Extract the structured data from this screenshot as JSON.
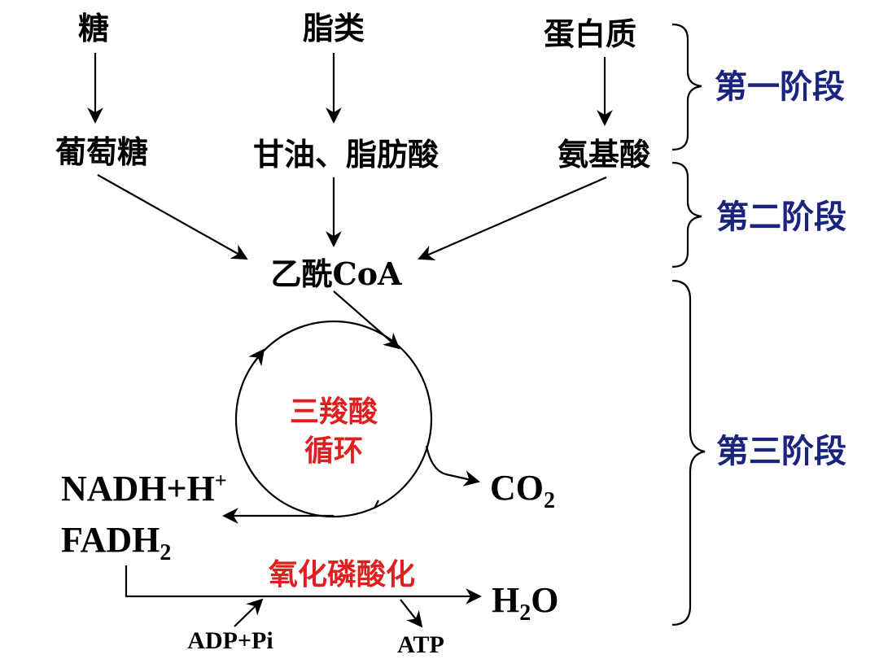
{
  "sources": {
    "sugar": "糖",
    "lipid": "脂类",
    "protein": "蛋白质"
  },
  "monomers": {
    "glucose": "葡萄糖",
    "glycerol_fa": "甘油、脂肪酸",
    "amino_acid": "氨基酸"
  },
  "acetyl_coa": "乙酰CoA",
  "cycle": {
    "line1": "三羧酸",
    "line2": "循环"
  },
  "products": {
    "nadh": "NADH+H",
    "nadh_sup": "+",
    "fadh": "FADH",
    "fadh_sub": "2",
    "co2": "CO",
    "co2_sub": "2",
    "h2o_h": "H",
    "h2o_sub": "2",
    "h2o_o": "O"
  },
  "oxphos": {
    "label": "氧化磷酸化",
    "input": "ADP+Pi",
    "output": "ATP"
  },
  "stages": {
    "first": "第一阶段",
    "second": "第二阶段",
    "third": "第三阶段"
  },
  "colors": {
    "text": "#000000",
    "red_label": "#e02020",
    "stage_label": "#1a237e"
  }
}
